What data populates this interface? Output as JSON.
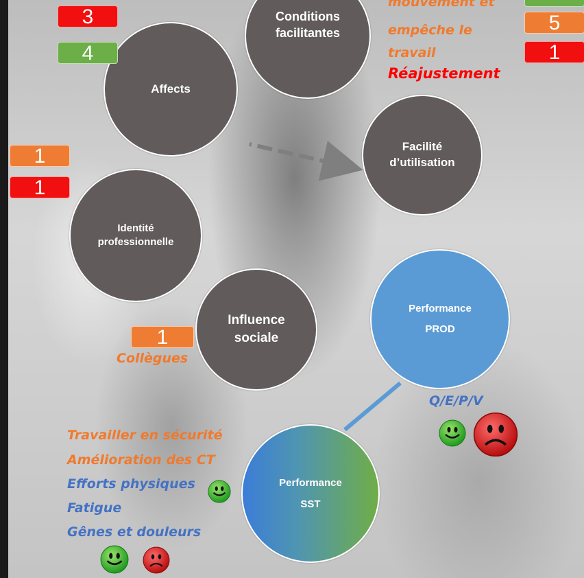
{
  "circles": {
    "conditions": "Conditions\nfacilitantes",
    "affects": "Affects",
    "facilite": "Facilité\nd’utilisation",
    "identite": "Identité\nprofessionnelle",
    "influence": "Influence\nsociale",
    "perf_prod": "Performance\nPROD",
    "perf_sst": "Performance\nSST"
  },
  "badges": {
    "affects_red": "3",
    "affects_green": "4",
    "right_orange": "5",
    "right_red": "1",
    "identite_orange": "1",
    "identite_red": "1",
    "influence_orange": "1"
  },
  "labels": {
    "right_line1": "mouvement et",
    "right_line2": "empêche le",
    "right_line3": "travail",
    "reajustement": "Réajustement",
    "collegues": "Collègues",
    "qepv": "Q/E/P/V",
    "sst_items": [
      "Travailler en sécurité",
      "Amélioration des CT",
      "Efforts physiques",
      "Fatigue",
      "Gênes et douleurs"
    ]
  },
  "colors": {
    "grey_circle": "#615b5b",
    "prod_blue": "#5b9bd5",
    "sst_gradient": [
      "#3b7dd8",
      "#70ad47"
    ],
    "badge_red": "#f10f0f",
    "badge_green": "#6cae47",
    "badge_orange": "#ee7d33",
    "text_orange": "#f07a2d",
    "text_blue": "#4472c4",
    "text_red": "#ff0000"
  },
  "icons": [
    "green-smiley-icon",
    "red-sad-face-icon",
    "dashed-arrow-icon"
  ]
}
